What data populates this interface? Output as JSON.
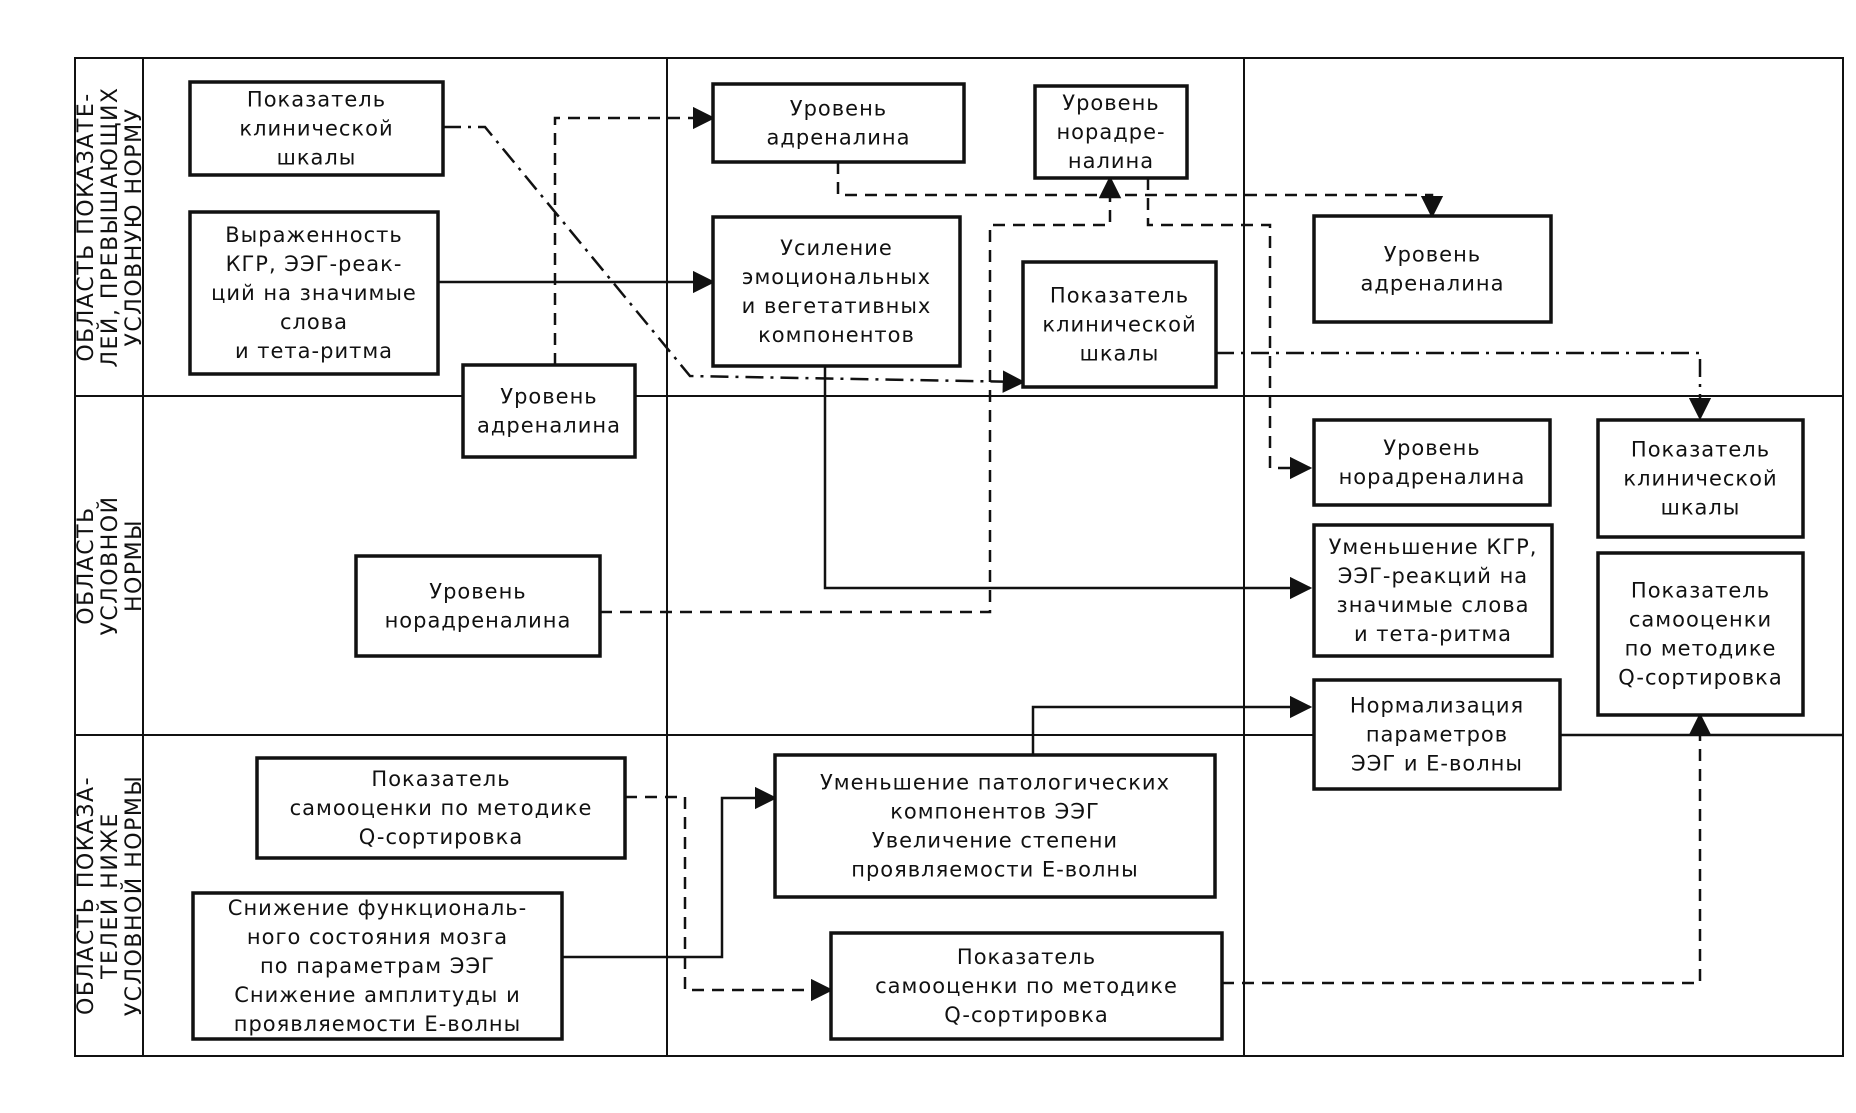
{
  "zones": [
    {
      "id": "above",
      "lines": [
        "ОБЛАСТЬ ПОКАЗАТЕ-",
        "ЛЕЙ, ПРЕВЫШАЮЩИХ",
        "УСЛОВНУЮ НОРМУ"
      ]
    },
    {
      "id": "norm",
      "lines": [
        "ОБЛАСТЬ",
        "УСЛОВНОЙ",
        "НОРМЫ"
      ]
    },
    {
      "id": "below",
      "lines": [
        "ОБЛАСТЬ ПОКАЗА-",
        "ТЕЛЕЙ НИЖЕ",
        "УСЛОВНОЙ НОРМЫ"
      ]
    }
  ],
  "nodes": [
    {
      "id": "n1",
      "lines": [
        "Показатель",
        "клинической",
        "шкалы"
      ]
    },
    {
      "id": "n2",
      "lines": [
        "Выраженность",
        "КГР, ЭЭГ-реак-",
        "ций на значимые",
        "слова",
        "и тета-ритма"
      ]
    },
    {
      "id": "n3",
      "lines": [
        "Уровень",
        "адреналина"
      ]
    },
    {
      "id": "n4",
      "lines": [
        "Уровень",
        "норадреналина"
      ]
    },
    {
      "id": "n5",
      "lines": [
        "Показатель",
        "самооценки по методике",
        "Q-сортировка"
      ]
    },
    {
      "id": "n6",
      "lines": [
        "Снижение функциональ-",
        "ного состояния мозга",
        "по параметрам ЭЭГ",
        "Снижение амплитуды и",
        "проявляемости Е-волны"
      ]
    },
    {
      "id": "n7",
      "lines": [
        "Уровень",
        "адреналина"
      ]
    },
    {
      "id": "n8",
      "lines": [
        "Усиление",
        "эмоциональных",
        "и вегетативных",
        "компонентов"
      ]
    },
    {
      "id": "n9",
      "lines": [
        "Уровень",
        "норадре-",
        "налина"
      ]
    },
    {
      "id": "n10",
      "lines": [
        "Показатель",
        "клинической",
        "шкалы"
      ]
    },
    {
      "id": "n11",
      "lines": [
        "Уменьшение патологических",
        "компонентов ЭЭГ",
        "Увеличение степени",
        "проявляемости Е-волны"
      ]
    },
    {
      "id": "n12",
      "lines": [
        "Показатель",
        "самооценки по методике",
        "Q-сортировка"
      ]
    },
    {
      "id": "n13",
      "lines": [
        "Уровень",
        "адреналина"
      ]
    },
    {
      "id": "n14",
      "lines": [
        "Уровень",
        "норадреналина"
      ]
    },
    {
      "id": "n15",
      "lines": [
        "Показатель",
        "клинической",
        "шкалы"
      ]
    },
    {
      "id": "n16",
      "lines": [
        "Уменьшение КГР,",
        "ЭЭГ-реакций на",
        "значимые слова",
        "и тета-ритма"
      ]
    },
    {
      "id": "n17",
      "lines": [
        "Показатель",
        "самооценки",
        "по методике",
        "Q-сортировка"
      ]
    },
    {
      "id": "n18",
      "lines": [
        "Нормализация",
        "параметров",
        "ЭЭГ и Е-волны"
      ]
    }
  ]
}
